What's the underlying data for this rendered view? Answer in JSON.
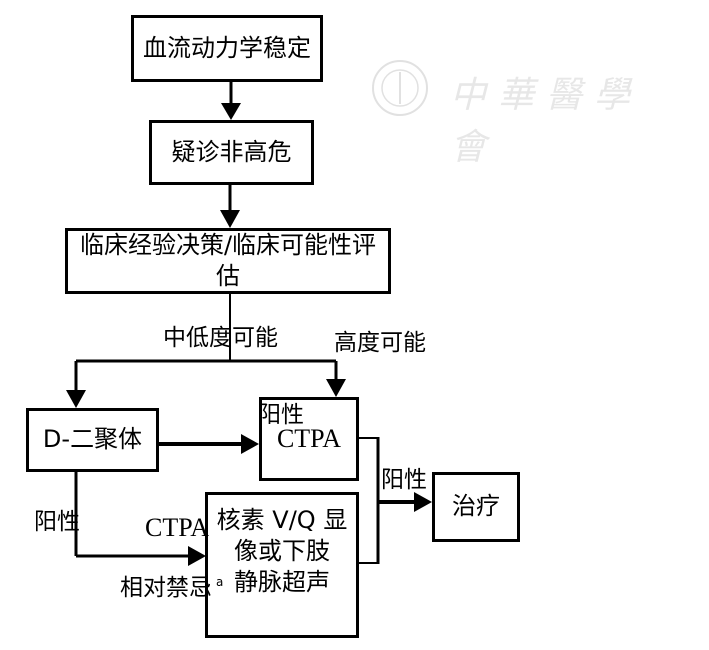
{
  "watermark": {
    "text": "中華醫學會"
  },
  "nodes": {
    "start": "血流动力学稳定",
    "suspect": "疑诊非高危",
    "assess": "临床经验决策/临床可能性评估",
    "ddimer": "D-二聚体",
    "ctpa": "CTPA",
    "alt": {
      "line1": "核素 V/Q 显",
      "line2": "像或下肢",
      "line3": "静脉超声"
    },
    "treat": "治疗"
  },
  "edges": {
    "low_mid": "中低度可能",
    "high": "高度可能",
    "ddimer_to_ctpa": "阳性",
    "ddimer_down": "阳性",
    "alt_branch_top": "CTPA",
    "alt_branch_bottom": "相对禁忌",
    "alt_branch_superscript": "a",
    "to_treat": "阳性"
  }
}
